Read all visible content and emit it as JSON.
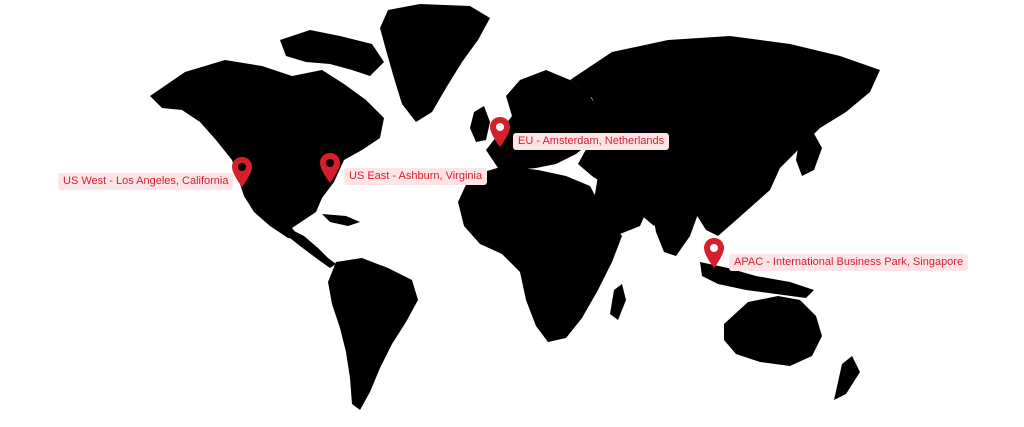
{
  "colors": {
    "land": "#000000",
    "pin": "#d61f2c",
    "label_bg": "#fde4e6",
    "label_text": "#d61f2c"
  },
  "locations": [
    {
      "id": "us-west",
      "label": "US West - Los Angeles, California",
      "icon": "map-pin-icon"
    },
    {
      "id": "us-east",
      "label": "US East - Ashburn, Virginia",
      "icon": "map-pin-icon"
    },
    {
      "id": "eu",
      "label": "EU - Amsterdam, Netherlands",
      "icon": "map-pin-icon"
    },
    {
      "id": "apac",
      "label": "APAC - International Business Park, Singapore",
      "icon": "map-pin-icon"
    }
  ]
}
